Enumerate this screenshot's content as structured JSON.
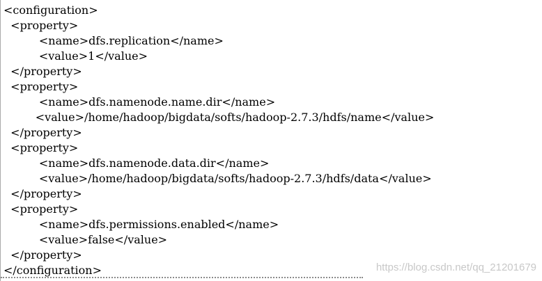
{
  "code_lines": [
    "<configuration>",
    "  <property>",
    "          <name>dfs.replication</name>",
    "          <value>1</value>",
    "  </property>",
    "  <property>",
    "          <name>dfs.namenode.name.dir</name>",
    "         <value>/home/hadoop/bigdata/softs/hadoop-2.7.3/hdfs/name</value>",
    "  </property>",
    "  <property>",
    "          <name>dfs.namenode.data.dir</name>",
    "          <value>/home/hadoop/bigdata/softs/hadoop-2.7.3/hdfs/data</value>",
    "  </property>",
    "  <property>",
    "          <name>dfs.permissions.enabled</name>",
    "          <value>false</value>",
    "  </property>",
    "</configuration>"
  ],
  "watermark": "https://blog.csdn.net/qq_21201679"
}
